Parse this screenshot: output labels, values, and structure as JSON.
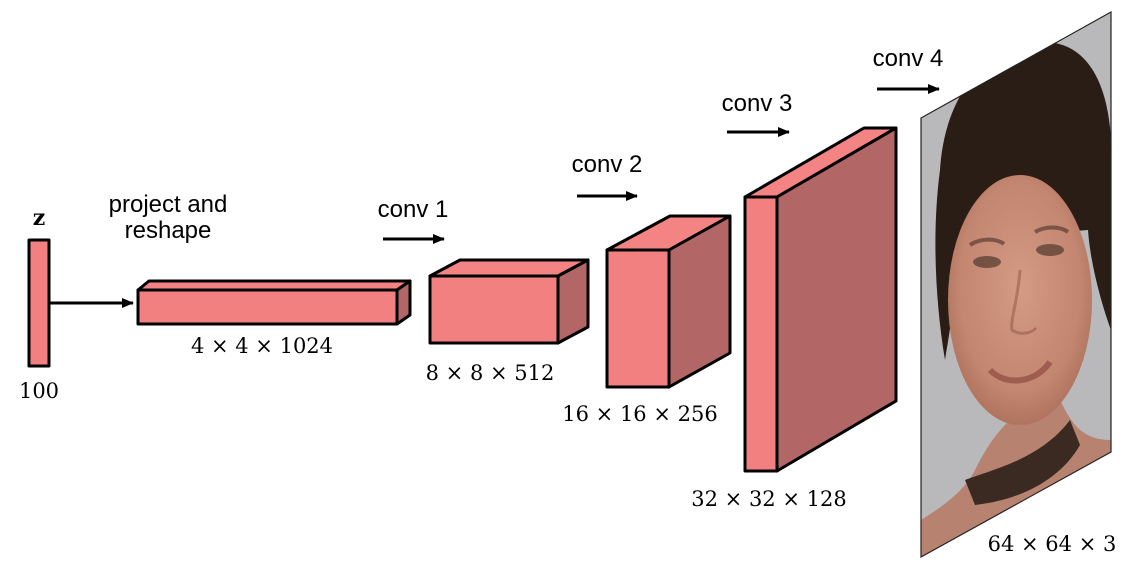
{
  "colors": {
    "front": "#f28080",
    "top": "#f48484",
    "side": "#b36666",
    "background": "#ffffff",
    "face_bg": "#b9b9bb",
    "hair": "#2a1d15",
    "skin": "#c88d78"
  },
  "input": {
    "symbol": "z",
    "size": "100"
  },
  "project_label": [
    "project and",
    "reshape"
  ],
  "layers": [
    {
      "op": "conv 1",
      "dims": "4 × 4 × 1024"
    },
    {
      "op": "conv 2",
      "dims": "8 × 8 × 512"
    },
    {
      "op": "conv 3",
      "dims": "16 × 16 × 256"
    },
    {
      "op": "conv 4",
      "dims": "32 × 32 × 128"
    }
  ],
  "output": {
    "dims": "64 × 64 × 3",
    "icon": "face-image"
  }
}
